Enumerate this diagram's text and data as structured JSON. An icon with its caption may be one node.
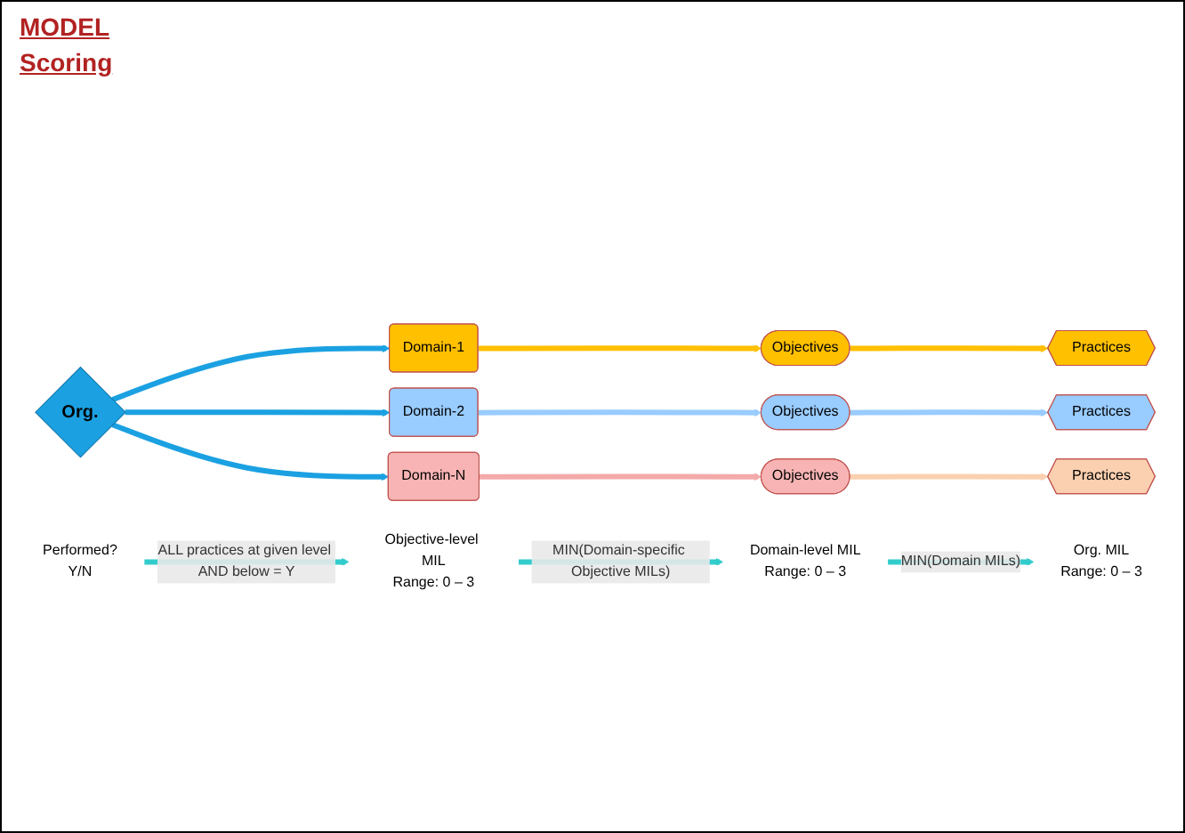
{
  "diagram": {
    "nodes": [
      {
        "text": [
          "Org."
        ]
      },
      {
        "text": [
          "Domain-1"
        ]
      },
      {
        "text": [
          "Objectives"
        ]
      },
      {
        "text": [
          "Practices"
        ]
      },
      {
        "text": [
          "Domain-2"
        ]
      },
      {
        "text": [
          "Objectives"
        ]
      },
      {
        "text": [
          "Practices"
        ]
      },
      {
        "text": [
          "Domain-N"
        ]
      },
      {
        "text": [
          "Objectives"
        ]
      },
      {
        "text": [
          "Practices"
        ]
      },
      {
        "text": [
          "Org. MIL",
          "Range: 0 – 3"
        ]
      },
      {
        "text": [
          "Domain-level MIL",
          "Range: 0 – 3"
        ]
      },
      {
        "text": [
          "Objective-level MIL",
          "Range: 0 – 3"
        ]
      },
      {
        "text": [
          "Performed?",
          "Y/N"
        ]
      }
    ],
    "edges": [
      {
        "from": 0,
        "to": 1,
        "arrow": "to",
        "color": "#1ba1e2"
      },
      {
        "from": 0,
        "to": 4,
        "arrow": "to",
        "color": "#1ba1e2"
      },
      {
        "from": 0,
        "to": 7,
        "arrow": "to",
        "color": "#1ba1e2"
      },
      {
        "from": 1,
        "to": 2,
        "arrow": "to",
        "color": "#ffc000"
      },
      {
        "from": 2,
        "to": 3,
        "arrow": "to",
        "color": "#ffc000"
      },
      {
        "from": 4,
        "to": 5,
        "arrow": "to",
        "color": "#99ccff"
      },
      {
        "from": 5,
        "to": 6,
        "arrow": "to",
        "color": "#99ccff"
      },
      {
        "from": 7,
        "to": 8,
        "arrow": "to",
        "color": "#f4aaaa"
      },
      {
        "from": 8,
        "to": 9,
        "arrow": "to",
        "color": "#fbd0b0"
      },
      {
        "from": 11,
        "to": 10,
        "arrow": "to",
        "label": "MIN(Domain MILs)",
        "color": "#33cccc"
      },
      {
        "from": 12,
        "to": 11,
        "arrow": "to",
        "label": "MIN(Domain-specific Objective MILs)",
        "color": "#33cccc"
      },
      {
        "from": 13,
        "to": 12,
        "arrow": "to",
        "label": "ALL practices at given level AND below = Y",
        "color": "#33cccc"
      }
    ],
    "labels": [
      "MODEL",
      "Scoring"
    ]
  }
}
